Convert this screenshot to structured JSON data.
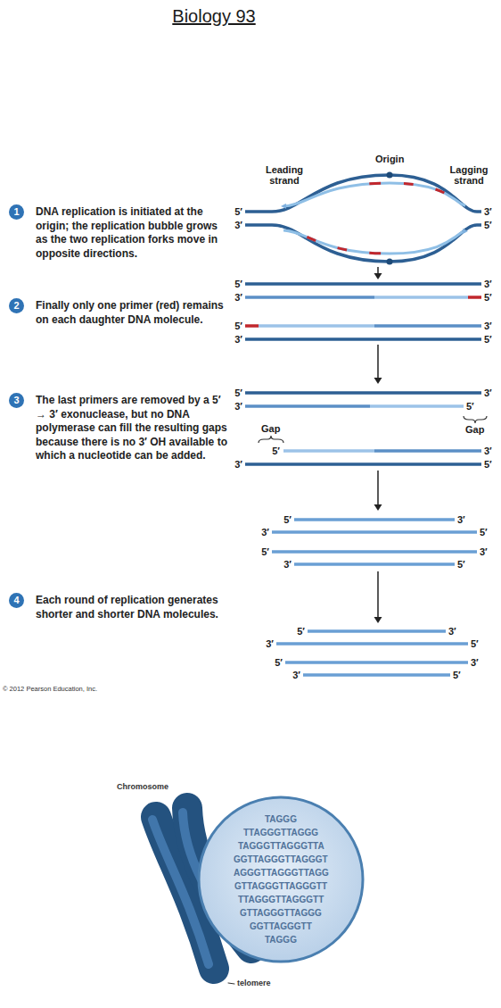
{
  "diagram": {
    "title": "Biology 93",
    "nodes": [
      {
        "text": [
          "1",
          "DNA replication is initiated at the origin; the replication bubble grows as the two replication forks move in opposite directions."
        ]
      },
      {
        "text": [
          "2",
          "Finally only one primer (red) remains on each daughter DNA molecule."
        ]
      },
      {
        "text": [
          "3",
          "The last primers are removed by a 5′ → 3′ exonuclease, but no DNA polymerase can fill the resulting gaps because there is no 3′ OH available to which a nucleotide can be added."
        ]
      },
      {
        "text": [
          "4",
          "Each round of replication generates shorter and shorter DNA molecules."
        ]
      }
    ],
    "labels": [
      "Origin",
      "Leading strand",
      "Lagging strand",
      "5′",
      "3′",
      "3′",
      "5′",
      "5′",
      "3′",
      "3′",
      "5′",
      "5′",
      "3′",
      "3′",
      "5′",
      "5′",
      "3′",
      "3′",
      "5′",
      "Gap",
      "Gap",
      "5′",
      "3′",
      "3′",
      "5′",
      "5′",
      "3′",
      "3′",
      "5′",
      "5′",
      "3′",
      "3′",
      "5′",
      "5′",
      "3′",
      "3′",
      "5′",
      "5′",
      "3′",
      "3′",
      "5′",
      "© 2012 Pearson Education, Inc.",
      "Chromosome",
      "TAGGG",
      "TTAGGGTTAGGG",
      "TAGGGTTAGGGTTA",
      "GGTTAGGGTTAGGGT",
      "AGGGTTAGGGTTAGG",
      "GTTAGGGTTAGGGTT",
      "TTAGGGTTAGGGTT",
      "GTTAGGGTTAGGG",
      "GGTTAGGGTT",
      "TAGGG",
      "telomere"
    ]
  }
}
